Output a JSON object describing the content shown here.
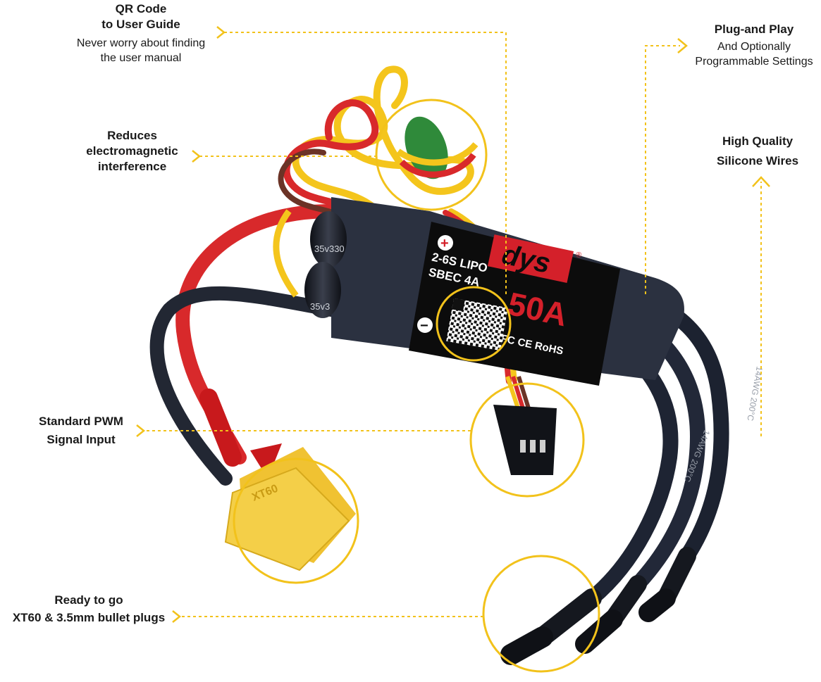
{
  "callouts": {
    "qr": {
      "title_line1": "QR  Code",
      "title_line2": "to User Guide",
      "desc_line1": "Never worry about finding",
      "desc_line2": "the user manual"
    },
    "emi": {
      "line1": "Reduces",
      "line2": "electromagnetic",
      "line3": "interference"
    },
    "pwm": {
      "line1": "Standard PWM",
      "line2": "Signal Input"
    },
    "plugs": {
      "line1": "Ready to go",
      "line2": "XT60 & 3.5mm bullet plugs"
    },
    "plug_play": {
      "title": "Plug-and Play",
      "desc_line1": "And Optionally",
      "desc_line2": "Programmable Settings"
    },
    "wires": {
      "line1": "High Quality",
      "line2": "Silicone Wires"
    }
  },
  "esc_label": {
    "brand": "dys",
    "registered": "®",
    "spec_line1": "2-6S LIPO",
    "spec_line2": "SBEC   4A",
    "rating": "50A",
    "cert": "FC  CE RoHS",
    "plus": "+",
    "minus": "−"
  },
  "capacitor_text": {
    "top": "35v330",
    "bottom": "35v3"
  },
  "connector_text": "XT60",
  "wire_text": {
    "a": "14AWG 200°C",
    "b": "14AWG 200°C"
  },
  "colors": {
    "accent": "#f2c21b",
    "esc_body": "#2b3140",
    "esc_label": "#0c0c0c",
    "red_text": "#d4202a",
    "xt60": "#f0c232",
    "wire_red": "#d8292b",
    "wire_yellow": "#f4c51c",
    "wire_brown": "#6b3326",
    "wire_black": "#222733"
  }
}
